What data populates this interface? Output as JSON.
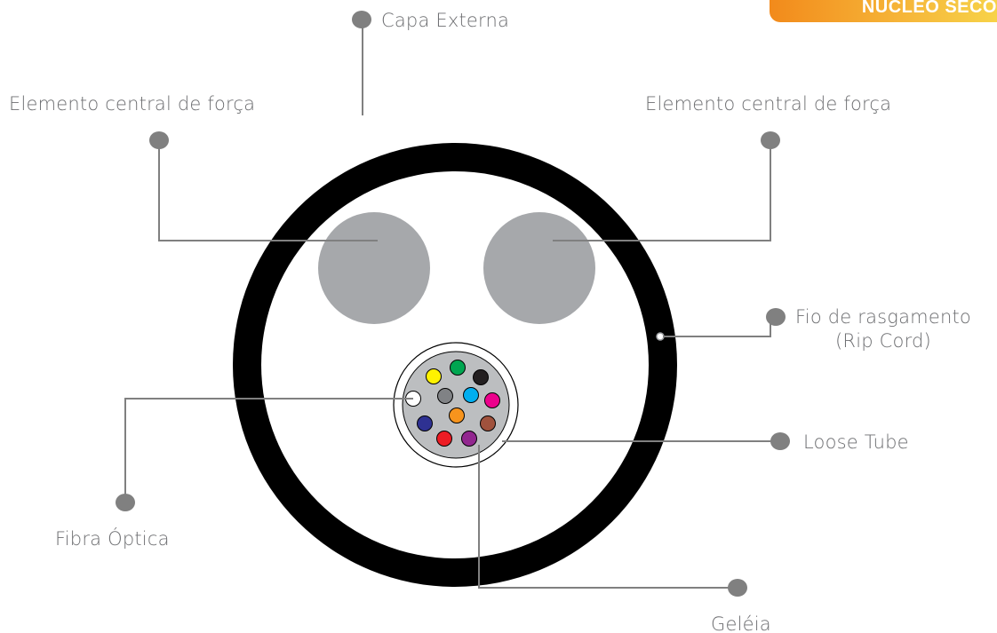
{
  "banner": {
    "text": "NÚCLEO SECO"
  },
  "labels": {
    "capa_externa": "Capa Externa",
    "elemento_forca_left": "Elemento central de força",
    "elemento_forca_right": "Elemento central de força",
    "fio_rasgamento_line1": "Fio de rasgamento",
    "fio_rasgamento_line2": "(Rip Cord)",
    "loose_tube": "Loose Tube",
    "fibra_optica": "Fibra Óptica",
    "geleia": "Geléia"
  },
  "colors": {
    "outer_jacket": "#000000",
    "strength_member": "#a6a8ab",
    "leader_line": "#808080",
    "leader_dot": "#808080",
    "loose_tube_fill": "#bcbec0",
    "label_text": "#6d6e71"
  },
  "fibers": [
    {
      "color": "yellow-fiber",
      "hex": "#fff200"
    },
    {
      "color": "green-fiber",
      "hex": "#00a651"
    },
    {
      "color": "black-fiber",
      "hex": "#231f20"
    },
    {
      "color": "white-fiber",
      "hex": "#ffffff"
    },
    {
      "color": "gray-fiber",
      "hex": "#808285"
    },
    {
      "color": "cyan-fiber",
      "hex": "#00aeef"
    },
    {
      "color": "pink-fiber",
      "hex": "#ec008c"
    },
    {
      "color": "blue-fiber",
      "hex": "#2e3192"
    },
    {
      "color": "orange-fiber",
      "hex": "#f7941d"
    },
    {
      "color": "brown-fiber",
      "hex": "#a0523d"
    },
    {
      "color": "red-fiber",
      "hex": "#ed1c24"
    },
    {
      "color": "violet-fiber",
      "hex": "#92278f"
    }
  ]
}
